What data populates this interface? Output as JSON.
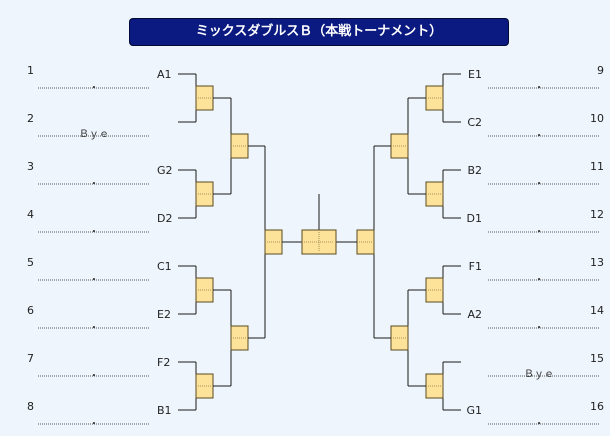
{
  "title": "ミックスダブルスＢ（本戦トーナメント）",
  "left": [
    {
      "num": "1",
      "entry": "・",
      "seed": "A1"
    },
    {
      "num": "2",
      "entry": "Ｂｙｅ",
      "seed": ""
    },
    {
      "num": "3",
      "entry": "・",
      "seed": "G2"
    },
    {
      "num": "4",
      "entry": "・",
      "seed": "D2"
    },
    {
      "num": "5",
      "entry": "・",
      "seed": "C1"
    },
    {
      "num": "6",
      "entry": "・",
      "seed": "E2"
    },
    {
      "num": "7",
      "entry": "・",
      "seed": "F2"
    },
    {
      "num": "8",
      "entry": "・",
      "seed": "B1"
    }
  ],
  "right": [
    {
      "num": "9",
      "entry": "・",
      "seed": "E1"
    },
    {
      "num": "10",
      "entry": "・",
      "seed": "C2"
    },
    {
      "num": "11",
      "entry": "・",
      "seed": "B2"
    },
    {
      "num": "12",
      "entry": "・",
      "seed": "D1"
    },
    {
      "num": "13",
      "entry": "・",
      "seed": "F1"
    },
    {
      "num": "14",
      "entry": "・",
      "seed": "A2"
    },
    {
      "num": "15",
      "entry": "Ｂｙｅ",
      "seed": ""
    },
    {
      "num": "16",
      "entry": "・",
      "seed": "G1"
    }
  ]
}
